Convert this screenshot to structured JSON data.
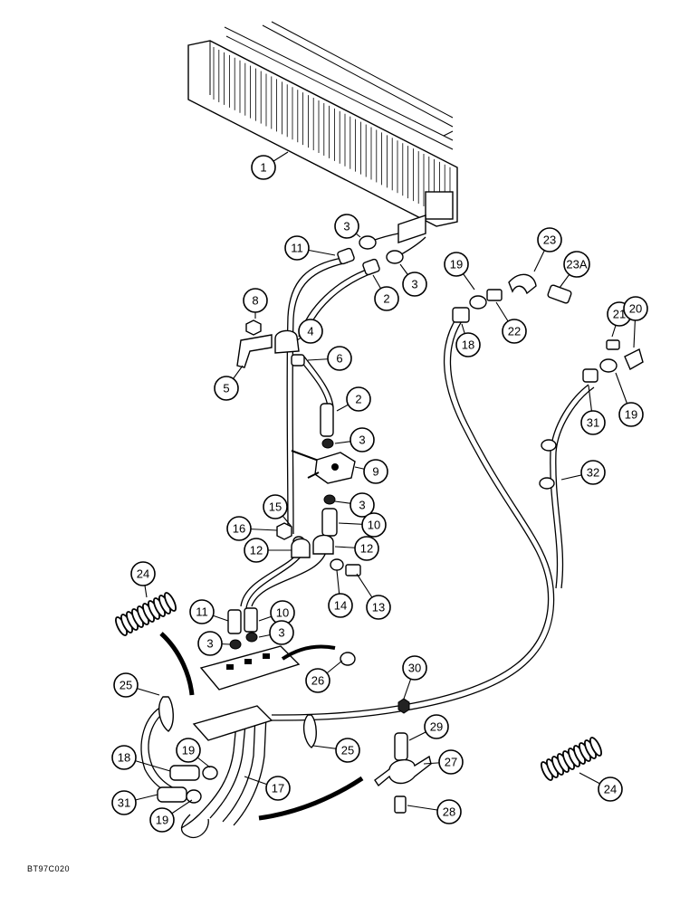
{
  "figure_code": "BT97C020",
  "callouts": [
    {
      "label": "1"
    },
    {
      "label": "3"
    },
    {
      "label": "11"
    },
    {
      "label": "3"
    },
    {
      "label": "2"
    },
    {
      "label": "23"
    },
    {
      "label": "19"
    },
    {
      "label": "23A"
    },
    {
      "label": "8"
    },
    {
      "label": "4"
    },
    {
      "label": "21"
    },
    {
      "label": "20"
    },
    {
      "label": "18"
    },
    {
      "label": "22"
    },
    {
      "label": "6"
    },
    {
      "label": "5"
    },
    {
      "label": "2"
    },
    {
      "label": "31"
    },
    {
      "label": "19"
    },
    {
      "label": "3"
    },
    {
      "label": "9"
    },
    {
      "label": "32"
    },
    {
      "label": "3"
    },
    {
      "label": "15"
    },
    {
      "label": "10"
    },
    {
      "label": "16"
    },
    {
      "label": "12"
    },
    {
      "label": "12"
    },
    {
      "label": "24"
    },
    {
      "label": "14"
    },
    {
      "label": "13"
    },
    {
      "label": "11"
    },
    {
      "label": "10"
    },
    {
      "label": "3"
    },
    {
      "label": "3"
    },
    {
      "label": "26"
    },
    {
      "label": "30"
    },
    {
      "label": "25"
    },
    {
      "label": "25"
    },
    {
      "label": "29"
    },
    {
      "label": "18"
    },
    {
      "label": "19"
    },
    {
      "label": "27"
    },
    {
      "label": "17"
    },
    {
      "label": "31"
    },
    {
      "label": "24"
    },
    {
      "label": "19"
    },
    {
      "label": "28"
    }
  ]
}
